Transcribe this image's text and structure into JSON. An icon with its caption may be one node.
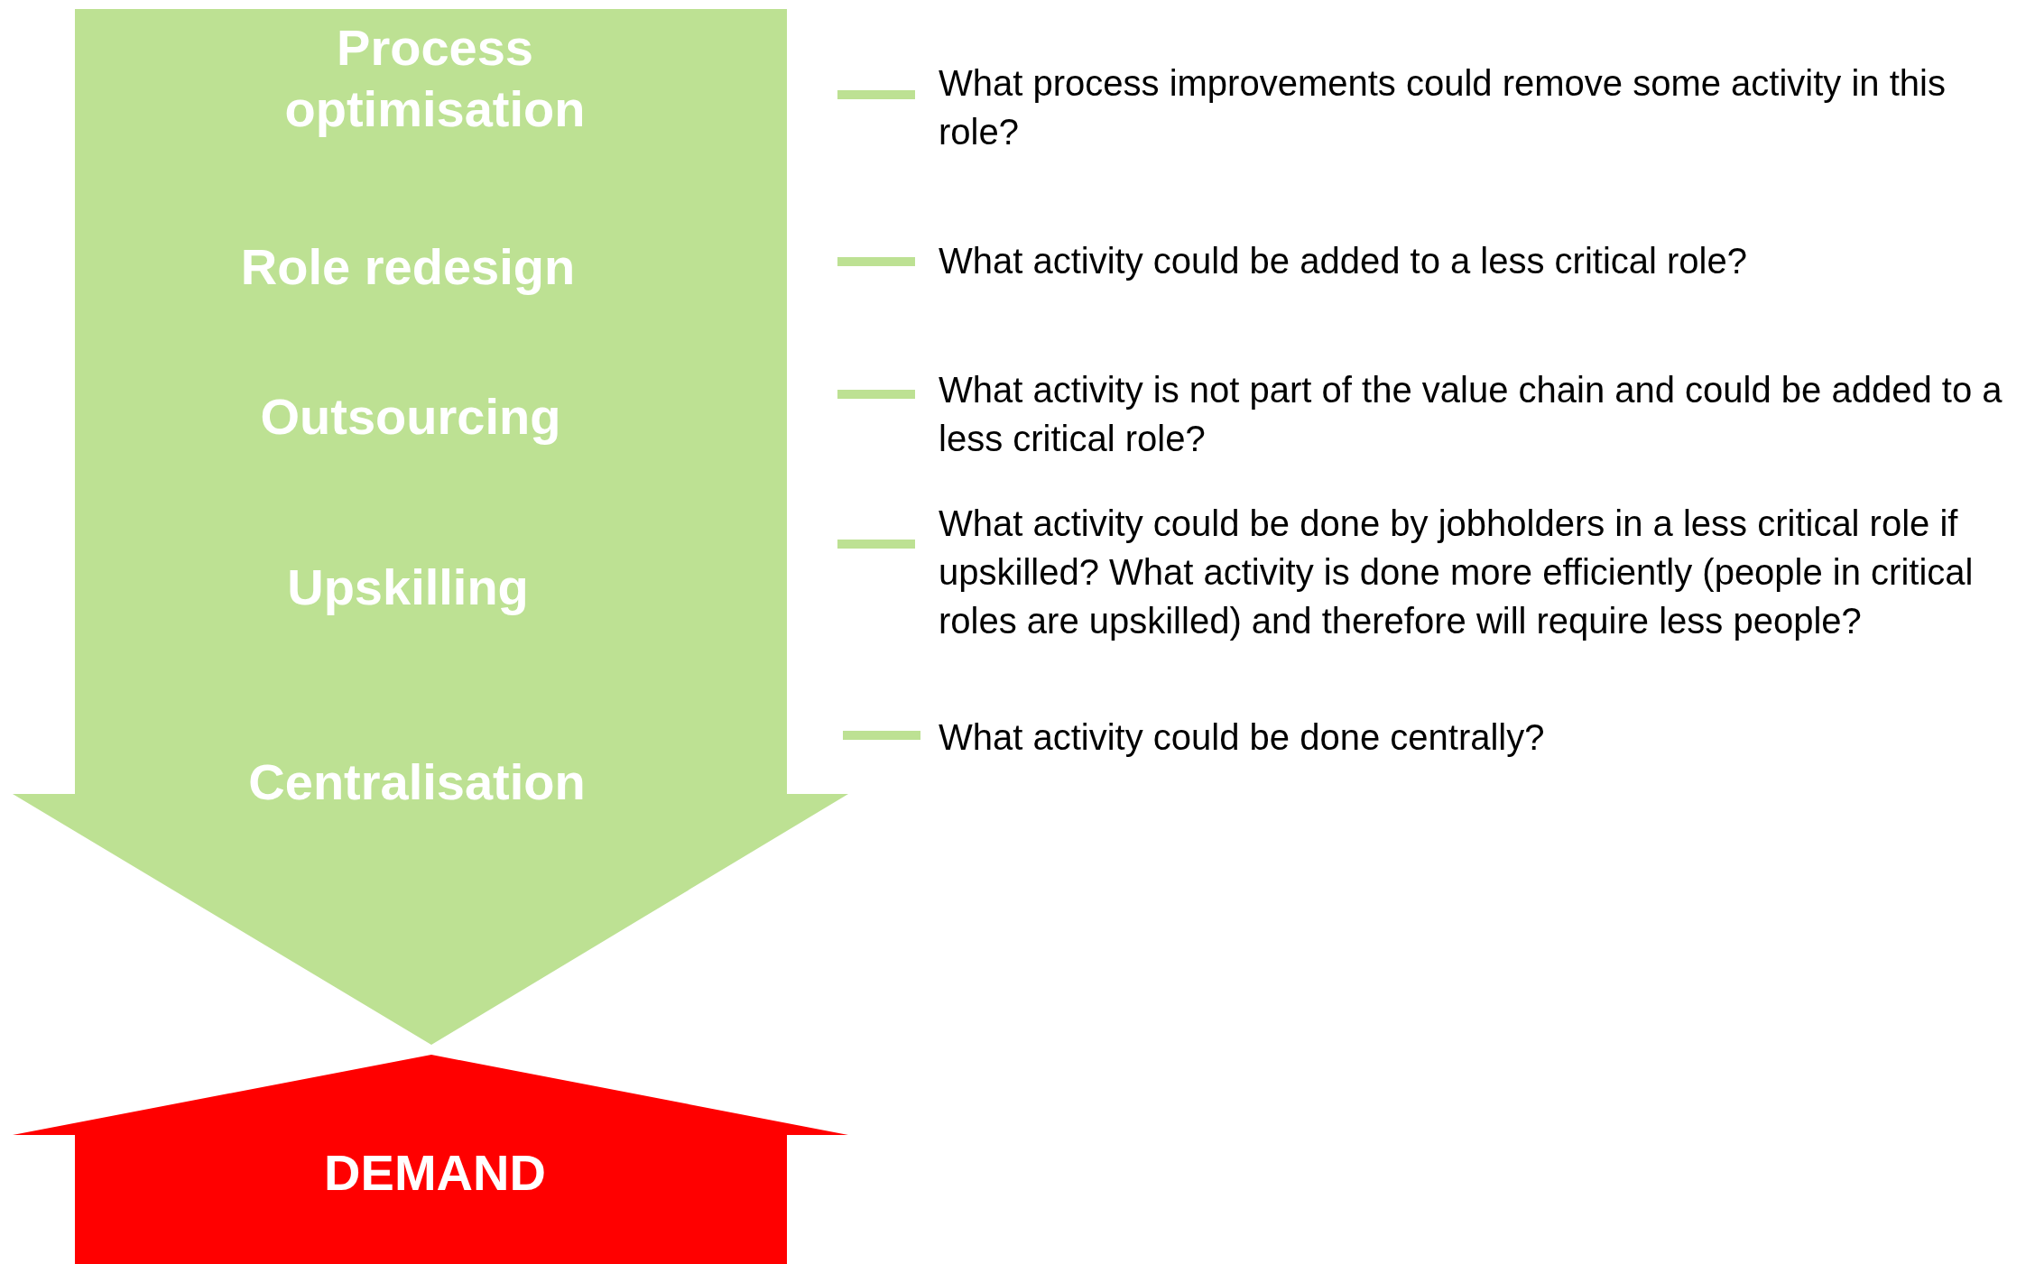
{
  "diagram": {
    "nodes": [
      {
        "text": [
          "Process optimisation",
          "Role redesign",
          "Outsourcing",
          "Upskilling",
          "Centralisation"
        ]
      },
      {
        "text": [
          "DEMAND"
        ]
      }
    ],
    "labels": [
      "What process improvements could remove some activity in this role?",
      "What activity could be added to a less critical role?",
      "What activity is not part of the value chain and could be added to a less critical role?",
      "What activity could be done by jobholders in a less critical role if upskilled? What activity is done more efficiently (people in critical roles are upskilled) and therefore will require less people?",
      "What activity could be done centrally?"
    ]
  }
}
